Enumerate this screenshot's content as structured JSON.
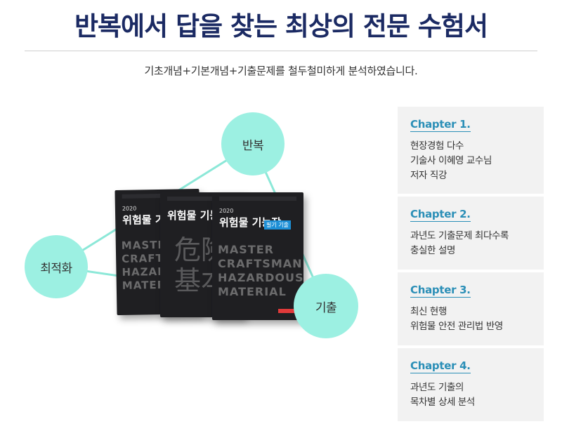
{
  "headline": "반복에서 답을 찾는 최상의 전문 수험서",
  "subline": "기초개념+기본개념+기출문제를 철두철미하게 분석하였습니다.",
  "diagram": {
    "nodes": {
      "repeat": "반복",
      "optimize": "최적화",
      "exam": "기출"
    },
    "line_color": "#8ce8d8",
    "node_color": "#9cf0e2"
  },
  "books": {
    "a": {
      "edition": "2020",
      "title": "위험물 기능사",
      "cover_lines": [
        "MASTER",
        "CRAFTSMAN",
        "HAZARDOUS",
        "MATERIAL"
      ]
    },
    "b": {
      "title": "위험물 기능",
      "kanji_lines": [
        "危險",
        "基本"
      ]
    },
    "c": {
      "edition": "2020",
      "title": "위험물 기능장",
      "tag": "필기 기출",
      "cover_lines": [
        "MASTER",
        "CRAFTSMAN",
        "HAZARDOUS",
        "MATERIAL"
      ]
    }
  },
  "cards": [
    {
      "chapter": "Chapter 1.",
      "lines": [
        "현장경험 다수",
        "기술사 이혜영 교수님",
        "저자 직강"
      ]
    },
    {
      "chapter": "Chapter 2.",
      "lines": [
        "과년도 기출문제 최다수록",
        "충실한 설명"
      ]
    },
    {
      "chapter": "Chapter 3.",
      "lines": [
        "최신 현행",
        "위험물 안전 관리법 반영"
      ]
    },
    {
      "chapter": "Chapter 4.",
      "lines": [
        "과년도 기출의",
        "목차별 상세 분석"
      ]
    }
  ],
  "colors": {
    "headline": "#1b2a63",
    "chapter": "#2b8fb7",
    "card_bg": "#f2f2f2"
  }
}
